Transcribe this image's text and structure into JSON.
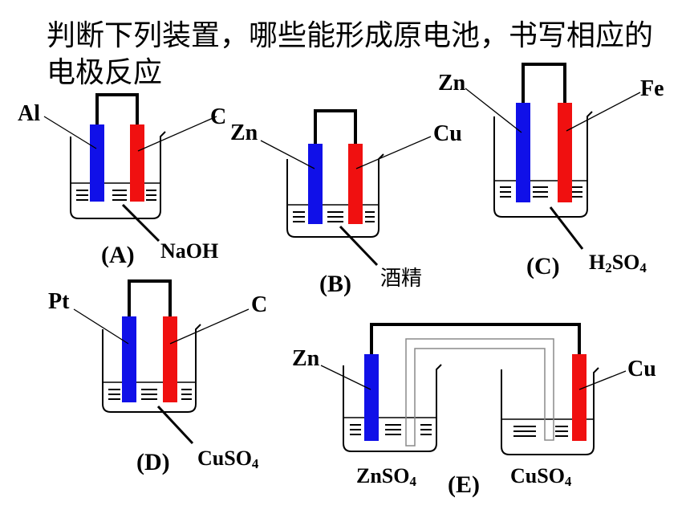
{
  "title": "判断下列装置，哪些能形成原电池，书写相应的电极反应",
  "setups": {
    "A": {
      "caption": "(A)",
      "left_electrode": "Al",
      "right_electrode": "C",
      "solution": "NaOH",
      "left_color": "#1010e8",
      "right_color": "#f01010"
    },
    "B": {
      "caption": "(B)",
      "left_electrode": "Zn",
      "right_electrode": "Cu",
      "solution": "酒精",
      "left_color": "#1010e8",
      "right_color": "#f01010"
    },
    "C": {
      "caption": "(C)",
      "left_electrode": "Zn",
      "right_electrode": "Fe",
      "solution_main": "H",
      "solution_sub1": "2",
      "solution_mid": "SO",
      "solution_sub2": "4",
      "left_color": "#1010e8",
      "right_color": "#f01010"
    },
    "D": {
      "caption": "(D)",
      "left_electrode": "Pt",
      "right_electrode": "C",
      "solution_main": "CuSO",
      "solution_sub": "4",
      "left_color": "#1010e8",
      "right_color": "#f01010"
    },
    "E": {
      "caption": "(E)",
      "left_electrode": "Zn",
      "right_electrode": "Cu",
      "left_solution_main": "ZnSO",
      "left_solution_sub": "4",
      "right_solution_main": "CuSO",
      "right_solution_sub": "4",
      "left_color": "#1010e8",
      "right_color": "#f01010"
    }
  }
}
